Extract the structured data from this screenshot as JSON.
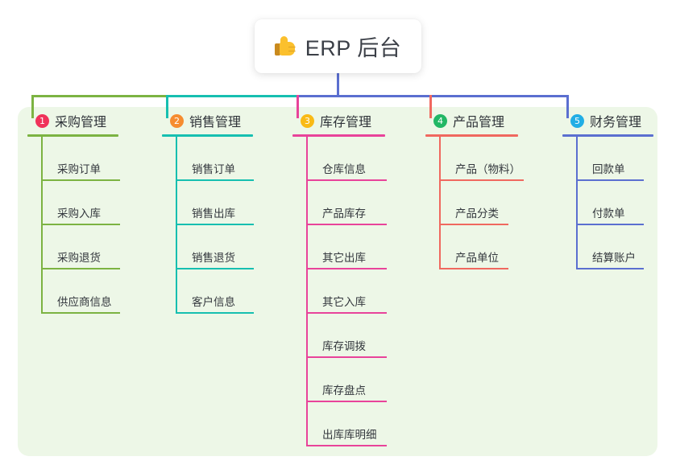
{
  "root": {
    "icon": "thumbs-up-icon",
    "title": "ERP 后台"
  },
  "colors": {
    "panel_bg": "#edf7e7",
    "page_bg": "#ffffff",
    "branch_1": "#7cb342",
    "branch_2": "#16bfb0",
    "branch_3": "#e8439a",
    "branch_4": "#f0685f",
    "branch_5": "#5b6fd0",
    "root_stem": "#5b6fd0",
    "badge_1": "#f0325a",
    "badge_2": "#f68c30",
    "badge_3": "#f9ba16",
    "badge_4": "#22b765",
    "badge_5": "#21aee5",
    "text": "#33373d"
  },
  "columns": [
    {
      "number": "1",
      "title": "采购管理",
      "badge_color": "#f0325a",
      "line_color": "#7cb342",
      "items": [
        "采购订单",
        "采购入库",
        "采购退货",
        "供应商信息"
      ]
    },
    {
      "number": "2",
      "title": "销售管理",
      "badge_color": "#f68c30",
      "line_color": "#16bfb0",
      "items": [
        "销售订单",
        "销售出库",
        "销售退货",
        "客户信息"
      ]
    },
    {
      "number": "3",
      "title": "库存管理",
      "badge_color": "#f9ba16",
      "line_color": "#e8439a",
      "items": [
        "仓库信息",
        "产品库存",
        "其它出库",
        "其它入库",
        "库存调拨",
        "库存盘点",
        "出库库明细"
      ]
    },
    {
      "number": "4",
      "title": "产品管理",
      "badge_color": "#22b765",
      "line_color": "#f0685f",
      "items": [
        "产品（物料）",
        "产品分类",
        "产品单位"
      ]
    },
    {
      "number": "5",
      "title": "财务管理",
      "badge_color": "#21aee5",
      "line_color": "#5b6fd0",
      "items": [
        "回款单",
        "付款单",
        "结算账户"
      ]
    }
  ]
}
